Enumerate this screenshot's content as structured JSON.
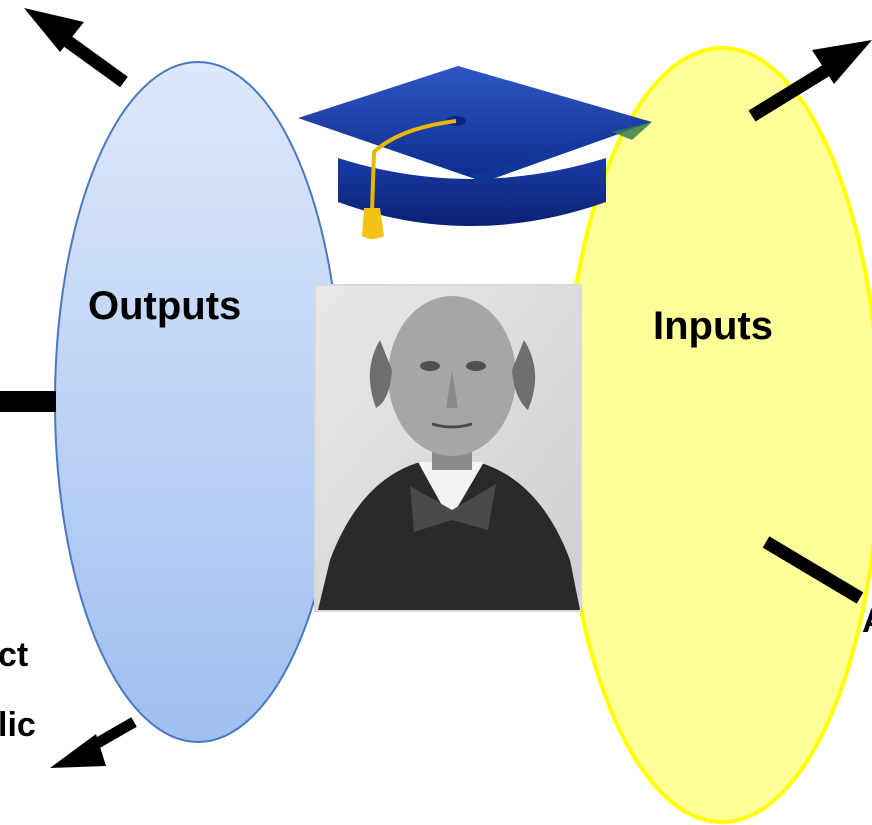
{
  "diagram": {
    "left_oval": {
      "label": "Outputs",
      "color": "#a9c6f2"
    },
    "right_oval": {
      "label": "Inputs",
      "color": "#ffff99",
      "stroke": "#ffff00"
    },
    "partial_text": {
      "left_line_1": "ct",
      "left_line_2": "lic",
      "right_fragment": "A"
    },
    "icons": [
      "graduation-cap-icon",
      "portrait-photo"
    ]
  }
}
